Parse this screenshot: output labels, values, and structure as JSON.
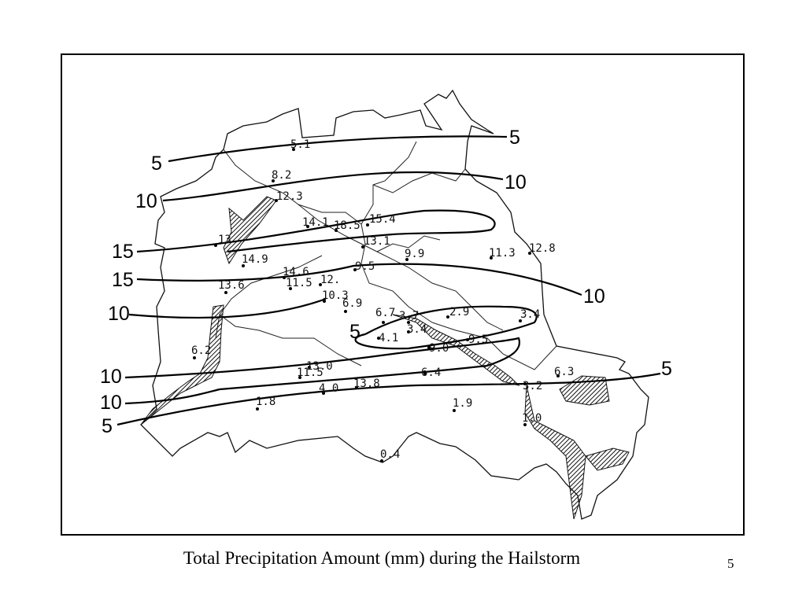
{
  "caption": "Total Precipitation Amount (mm) during the Hailstorm",
  "slide_number": "5",
  "isohyet_labels": [
    "5",
    "5",
    "10",
    "10",
    "15",
    "15",
    "10",
    "10",
    "5",
    "10",
    "10",
    "5",
    "5"
  ],
  "stations": [
    "5.1",
    "8.2",
    "12.3",
    "14.1",
    "18.5",
    "15.4",
    "13",
    "13.1",
    "14.9",
    "9.9",
    "11.3",
    "12.8",
    "14.6",
    "11.5",
    "12.",
    "9.5",
    "13.6",
    "10.3",
    "6.9",
    "6.7",
    "3.7",
    "2.9",
    "3.4",
    "4.1",
    "3.4",
    "9.0",
    "9.5",
    "6.2",
    "13.0",
    "11.5",
    "6.4",
    "6.3",
    "4.0",
    "13.8",
    "3.2",
    "1.8",
    "1.9",
    "1.0",
    "0.4"
  ],
  "colors": {
    "ink": "#000000",
    "background": "#ffffff"
  }
}
